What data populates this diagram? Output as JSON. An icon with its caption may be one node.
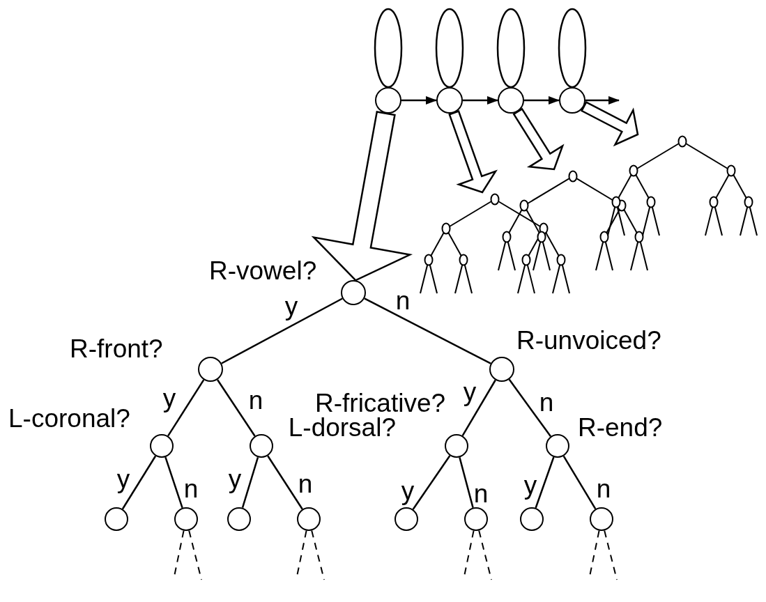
{
  "diagram": {
    "nodes": [
      {
        "text": [],
        "shape": "circle"
      },
      {
        "text": [],
        "shape": "circle"
      },
      {
        "text": [],
        "shape": "circle"
      },
      {
        "text": [],
        "shape": "circle"
      },
      {
        "text": [],
        "shape": "circle",
        "beside": [
          "R-vowel?"
        ]
      },
      {
        "text": [],
        "shape": "circle",
        "beside": [
          "R-front?"
        ]
      },
      {
        "text": [],
        "shape": "circle",
        "beside": [
          "R-unvoiced?"
        ]
      },
      {
        "text": [],
        "shape": "circle",
        "beside": [
          "L-coronal?"
        ]
      },
      {
        "text": [],
        "shape": "circle",
        "beside": [
          "L-dorsal?"
        ]
      },
      {
        "text": [],
        "shape": "circle",
        "beside": [
          "R-fricative?"
        ]
      },
      {
        "text": [],
        "shape": "circle",
        "beside": [
          "R-end?"
        ]
      },
      {
        "text": [],
        "shape": "circle"
      },
      {
        "text": [],
        "shape": "circle"
      },
      {
        "text": [],
        "shape": "circle"
      },
      {
        "text": [],
        "shape": "circle"
      },
      {
        "text": [],
        "shape": "circle"
      },
      {
        "text": [],
        "shape": "circle"
      },
      {
        "text": [],
        "shape": "circle"
      },
      {
        "text": [],
        "shape": "circle"
      },
      {
        "text": [],
        "shape": "picture"
      },
      {
        "text": [],
        "shape": "picture"
      },
      {
        "text": [],
        "shape": "picture"
      }
    ],
    "edges": [
      {
        "from": 0,
        "to": 1,
        "arrow": "to"
      },
      {
        "from": 1,
        "to": 2,
        "arrow": "to"
      },
      {
        "from": 2,
        "to": 3,
        "arrow": "to"
      },
      {
        "from": 3,
        "to": null,
        "arrow": "to"
      },
      {
        "from": 0,
        "to": 0,
        "arrow": "none"
      },
      {
        "from": 1,
        "to": 1,
        "arrow": "none"
      },
      {
        "from": 2,
        "to": 2,
        "arrow": "none"
      },
      {
        "from": 3,
        "to": 3,
        "arrow": "none"
      },
      {
        "from": 0,
        "to": 4,
        "arrow": "to",
        "style": "thick"
      },
      {
        "from": 1,
        "to": 19,
        "arrow": "to",
        "style": "thick"
      },
      {
        "from": 2,
        "to": 20,
        "arrow": "to",
        "style": "thick"
      },
      {
        "from": 3,
        "to": 21,
        "arrow": "to",
        "style": "thick"
      },
      {
        "from": 4,
        "to": 5,
        "arrow": "none",
        "label": "y"
      },
      {
        "from": 4,
        "to": 6,
        "arrow": "none",
        "label": "n"
      },
      {
        "from": 5,
        "to": 7,
        "arrow": "none",
        "label": "y"
      },
      {
        "from": 5,
        "to": 8,
        "arrow": "none",
        "label": "n"
      },
      {
        "from": 6,
        "to": 9,
        "arrow": "none",
        "label": "y"
      },
      {
        "from": 6,
        "to": 10,
        "arrow": "none",
        "label": "n"
      },
      {
        "from": 7,
        "to": 11,
        "arrow": "none",
        "label": "y"
      },
      {
        "from": 7,
        "to": 12,
        "arrow": "none",
        "label": "n"
      },
      {
        "from": 8,
        "to": 13,
        "arrow": "none",
        "label": "y"
      },
      {
        "from": 8,
        "to": 14,
        "arrow": "none",
        "label": "n"
      },
      {
        "from": 9,
        "to": 15,
        "arrow": "none",
        "label": "y"
      },
      {
        "from": 9,
        "to": 16,
        "arrow": "none",
        "label": "n"
      },
      {
        "from": 10,
        "to": 17,
        "arrow": "none",
        "label": "y"
      },
      {
        "from": 10,
        "to": 18,
        "arrow": "none",
        "label": "n"
      },
      {
        "from": 12,
        "to": null,
        "arrow": "none",
        "style": "dashed"
      },
      {
        "from": 12,
        "to": null,
        "arrow": "none",
        "style": "dashed"
      },
      {
        "from": 14,
        "to": null,
        "arrow": "none",
        "style": "dashed"
      },
      {
        "from": 14,
        "to": null,
        "arrow": "none",
        "style": "dashed"
      },
      {
        "from": 16,
        "to": null,
        "arrow": "none",
        "style": "dashed"
      },
      {
        "from": 16,
        "to": null,
        "arrow": "none",
        "style": "dashed"
      },
      {
        "from": 18,
        "to": null,
        "arrow": "none",
        "style": "dashed"
      },
      {
        "from": 18,
        "to": null,
        "arrow": "none",
        "style": "dashed"
      }
    ]
  }
}
